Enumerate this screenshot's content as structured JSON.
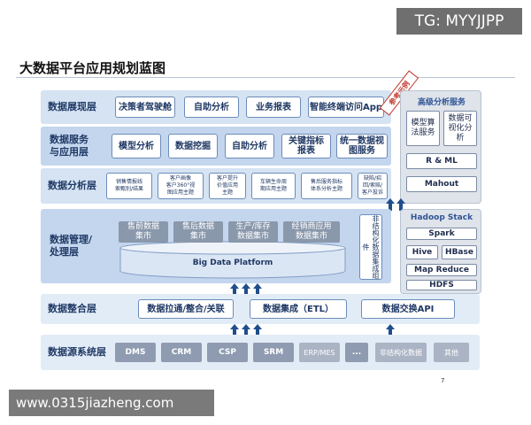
{
  "watermarks": {
    "top": "TG: MYYJJPP",
    "bottom": "www.0315jiazheng.com"
  },
  "title": "大数据平台应用规划蓝图",
  "stamp": "参考示例",
  "page_number": "7",
  "layers": {
    "presentation": {
      "name": "数据展现层",
      "items": [
        "决策者驾驶舱",
        "自助分析",
        "业务报表",
        "智能终端访问App"
      ]
    },
    "service": {
      "name_line1": "数据服务",
      "name_line2": "与应用层",
      "items": [
        "模型分析",
        "数据挖掘",
        "自助分析",
        "关键指标\n报表",
        "统一数据视\n图服务"
      ]
    },
    "analysis": {
      "name": "数据分析层",
      "items": [
        "销售情报线\n索甄别/结果",
        "客户画像\n客户360°视\n图应用主题",
        "客户提升\n价值应用\n主题",
        "车辆生命周\n期应用主题",
        "售后服务指标\n体系分析主题",
        "缺陷/招\n回/索赔/\n客户投诉"
      ]
    },
    "management": {
      "name_line1": "数据管理/",
      "name_line2": "处理层",
      "marts": [
        "售前数据\n集市",
        "售后数据\n集市",
        "生产/库存\n数据集市",
        "经销商应用\n数据集市"
      ],
      "platform": "Big Data Platform",
      "unstructured": "非结构化数据集成组件"
    },
    "integration": {
      "name": "数据整合层",
      "items": [
        "数据拉通/整合/关联",
        "数据集成（ETL）",
        "数据交换API"
      ]
    },
    "source": {
      "name": "数据源系统层",
      "items": [
        "DMS",
        "CRM",
        "CSP",
        "SRM",
        "ERP/MES",
        "..."
      ],
      "unstructured": "非结构化数据",
      "other": "其他"
    }
  },
  "advanced": {
    "title": "高级分析服务",
    "items": [
      "模型算\n法服务",
      "数据可\n视化分\n析",
      "R & ML",
      "Mahout"
    ]
  },
  "hadoop": {
    "title": "Hadoop Stack",
    "items": [
      "Spark",
      "Hive",
      "HBase",
      "Map Reduce",
      "HDFS"
    ]
  }
}
